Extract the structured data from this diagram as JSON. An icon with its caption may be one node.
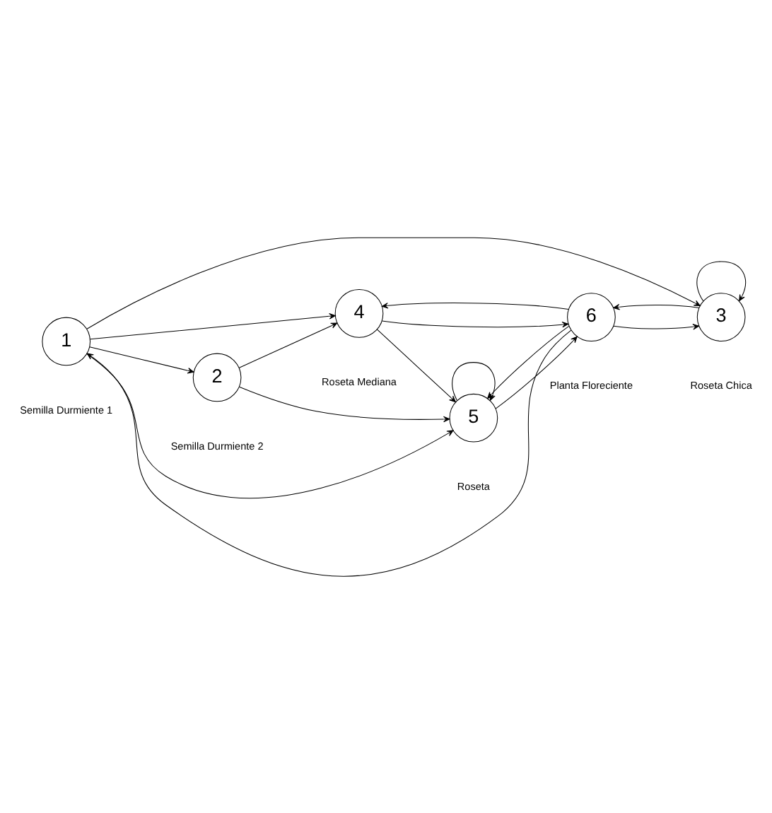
{
  "diagram": {
    "nodes": [
      {
        "text": [
          "1"
        ],
        "beside": [
          "Semilla Durmiente 1"
        ]
      },
      {
        "text": [
          "2"
        ],
        "beside": [
          "Semilla Durmiente 2"
        ]
      },
      {
        "text": [
          "3"
        ],
        "beside": [
          "Roseta Chica"
        ]
      },
      {
        "text": [
          "4"
        ],
        "beside": [
          "Roseta Mediana"
        ]
      },
      {
        "text": [
          "5"
        ],
        "beside": [
          "Roseta"
        ]
      },
      {
        "text": [
          "6"
        ],
        "beside": [
          "Planta Floreciente"
        ]
      }
    ],
    "edges": [
      {
        "from": 0,
        "to": 2,
        "arrow": "to"
      },
      {
        "from": 0,
        "to": 3,
        "arrow": "to"
      },
      {
        "from": 0,
        "to": 4,
        "arrow": "to"
      },
      {
        "from": 0,
        "to": 1,
        "arrow": "to"
      },
      {
        "from": 5,
        "to": 0,
        "arrow": "to"
      },
      {
        "from": 2,
        "to": 2,
        "arrow": "to"
      },
      {
        "from": 2,
        "to": 5,
        "arrow": "to"
      },
      {
        "from": 5,
        "to": 2,
        "arrow": "to"
      },
      {
        "from": 3,
        "to": 5,
        "arrow": "to"
      },
      {
        "from": 5,
        "to": 3,
        "arrow": "to"
      },
      {
        "from": 3,
        "to": 4,
        "arrow": "to"
      },
      {
        "from": 1,
        "to": 3,
        "arrow": "to"
      },
      {
        "from": 1,
        "to": 4,
        "arrow": "to"
      },
      {
        "from": 4,
        "to": 5,
        "arrow": "to"
      },
      {
        "from": 5,
        "to": 4,
        "arrow": "to"
      },
      {
        "from": 4,
        "to": 4,
        "arrow": "to"
      }
    ]
  }
}
